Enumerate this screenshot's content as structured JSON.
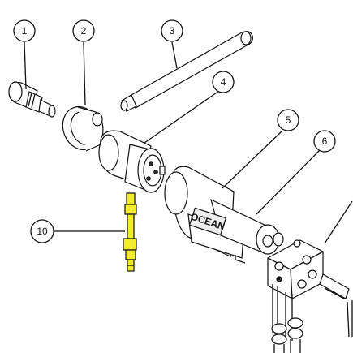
{
  "callouts": [
    {
      "id": "1",
      "label": "1"
    },
    {
      "id": "2",
      "label": "2"
    },
    {
      "id": "3",
      "label": "3"
    },
    {
      "id": "4",
      "label": "4"
    },
    {
      "id": "5",
      "label": "5"
    },
    {
      "id": "6",
      "label": "6"
    },
    {
      "id": "10",
      "label": "10"
    }
  ],
  "housing_marking": "OCEAN",
  "colors": {
    "line": "#111111",
    "highlight_part": "#f2ec2a",
    "body_fill": "#ffffff",
    "shadow": "#d8d8d8"
  }
}
